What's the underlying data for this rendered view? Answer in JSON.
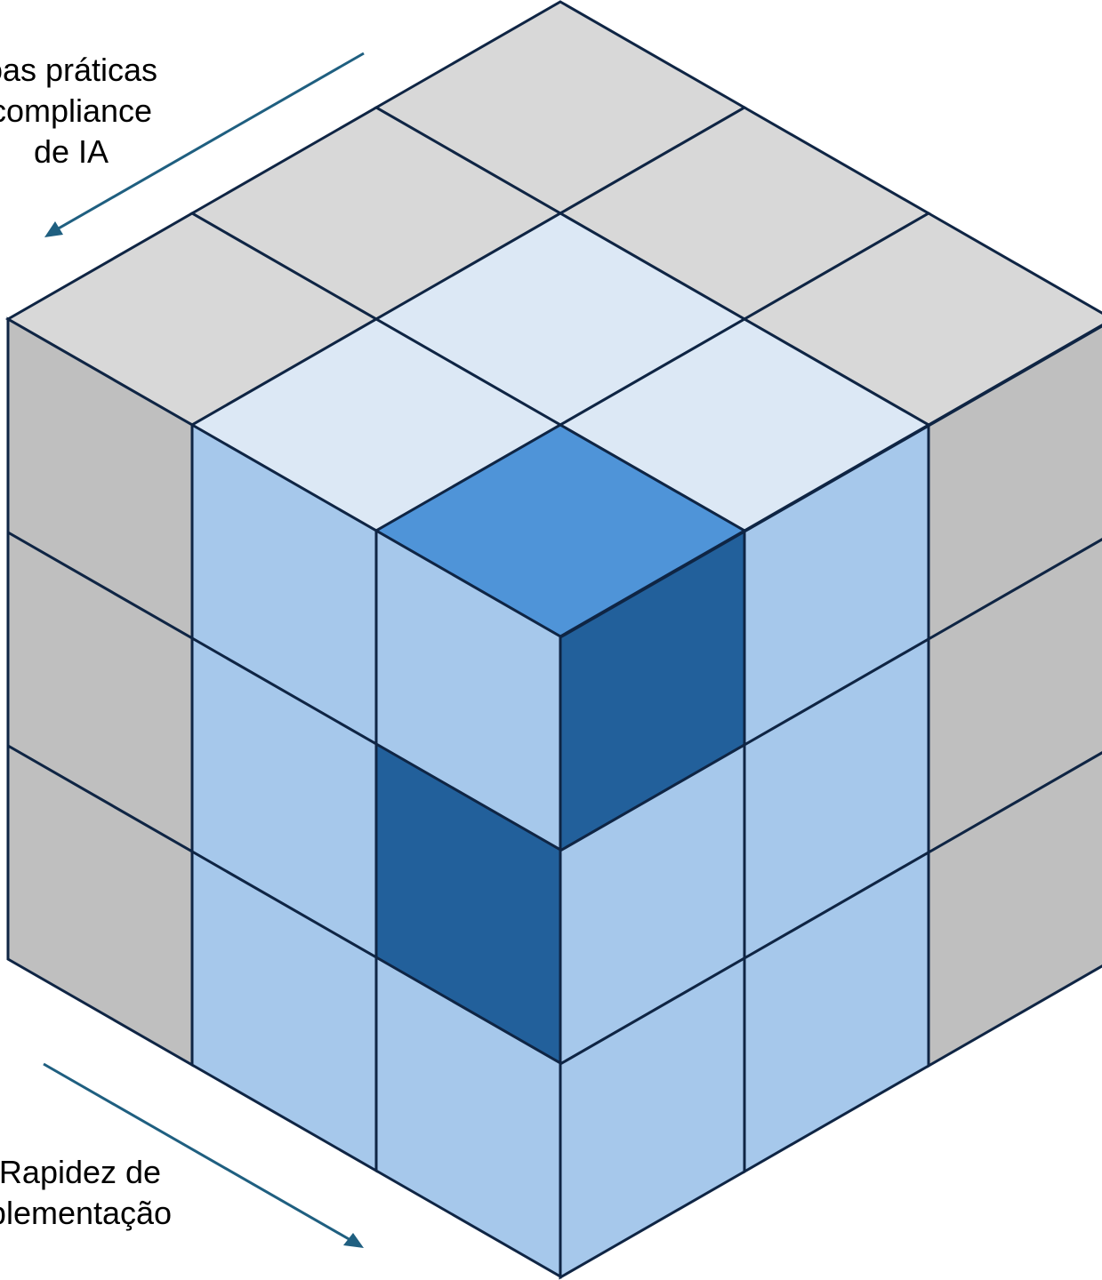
{
  "labels": {
    "top_axis": [
      "oas práticas",
      "compliance",
      "de IA"
    ],
    "bottom_axis": [
      "Rapidez de",
      "plementação"
    ]
  },
  "colors": {
    "gray_top": "#d8d8d8",
    "gray_side": "#bfbfbf",
    "light_blue_top": "#dce8f5",
    "light_blue_side": "#a6c8eb",
    "mid_blue": "#4f94d8",
    "dark_blue": "#22609b",
    "edge": "#0f2544",
    "arrow": "#1f5f80"
  },
  "cube": {
    "grid": 3,
    "highlight_levels": {
      "top": [
        [
          0,
          0,
          0
        ],
        [
          0,
          1,
          1
        ],
        [
          0,
          1,
          2
        ]
      ],
      "left": [
        [
          0,
          1,
          1
        ],
        [
          0,
          1,
          2
        ],
        [
          0,
          1,
          1
        ]
      ],
      "right": [
        [
          2,
          1,
          0
        ],
        [
          1,
          1,
          0
        ],
        [
          1,
          1,
          0
        ]
      ]
    }
  }
}
